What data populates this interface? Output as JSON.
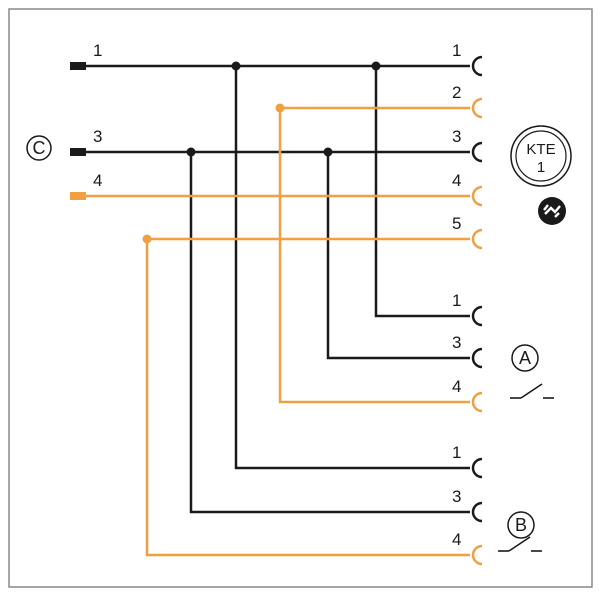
{
  "colors": {
    "black": "#1a1a1a",
    "orange": "#f0a040",
    "frame": "#888888"
  },
  "inputs": [
    {
      "pin": "1",
      "color": "black"
    },
    {
      "pin": "3",
      "color": "black"
    },
    {
      "pin": "4",
      "color": "orange"
    }
  ],
  "input_group_label": "C",
  "groups": [
    {
      "pins": [
        "1",
        "2",
        "3",
        "4",
        "5"
      ],
      "colors": [
        "black",
        "orange",
        "black",
        "orange",
        "orange"
      ],
      "badge": "KTE\n1"
    },
    {
      "pins": [
        "1",
        "3",
        "4"
      ],
      "label": "A"
    },
    {
      "pins": [
        "1",
        "3",
        "4"
      ],
      "label": "B"
    }
  ],
  "kte": {
    "line1": "KTE",
    "line2": "1"
  }
}
